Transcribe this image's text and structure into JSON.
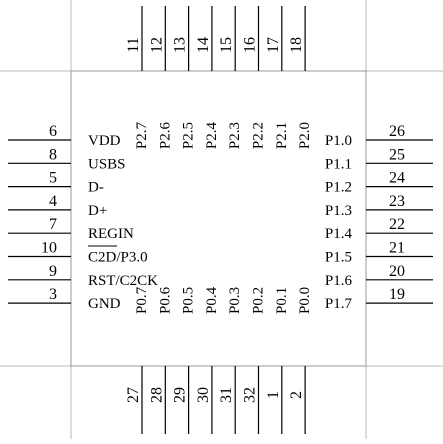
{
  "chip": {
    "left_pins": [
      {
        "num": "6",
        "label": "VDD"
      },
      {
        "num": "8",
        "label": "USBS"
      },
      {
        "num": "5",
        "label": "D-"
      },
      {
        "num": "4",
        "label": "D+"
      },
      {
        "num": "7",
        "label": "REGIN"
      },
      {
        "num": "10",
        "label": "C2D/P3.0"
      },
      {
        "num": "9",
        "label": "RST/C2CK"
      },
      {
        "num": "3",
        "label": "GND"
      }
    ],
    "right_pins": [
      {
        "num": "26",
        "label": "P1.0"
      },
      {
        "num": "25",
        "label": "P1.1"
      },
      {
        "num": "24",
        "label": "P1.2"
      },
      {
        "num": "23",
        "label": "P1.3"
      },
      {
        "num": "22",
        "label": "P1.4"
      },
      {
        "num": "21",
        "label": "P1.5"
      },
      {
        "num": "20",
        "label": "P1.6"
      },
      {
        "num": "19",
        "label": "P1.7"
      }
    ],
    "top_pins": [
      {
        "num": "11",
        "label": "P2.7"
      },
      {
        "num": "12",
        "label": "P2.6"
      },
      {
        "num": "13",
        "label": "P2.5"
      },
      {
        "num": "14",
        "label": "P2.4"
      },
      {
        "num": "15",
        "label": "P2.3"
      },
      {
        "num": "16",
        "label": "P2.2"
      },
      {
        "num": "17",
        "label": "P2.1"
      },
      {
        "num": "18",
        "label": "P2.0"
      }
    ],
    "bottom_pins": [
      {
        "num": "27",
        "label": "P0.7"
      },
      {
        "num": "28",
        "label": "P0.6"
      },
      {
        "num": "29",
        "label": "P0.5"
      },
      {
        "num": "30",
        "label": "P0.4"
      },
      {
        "num": "31",
        "label": "P0.3"
      },
      {
        "num": "32",
        "label": "P0.2"
      },
      {
        "num": "1",
        "label": "P0.1"
      },
      {
        "num": "2",
        "label": "P0.0"
      }
    ]
  }
}
